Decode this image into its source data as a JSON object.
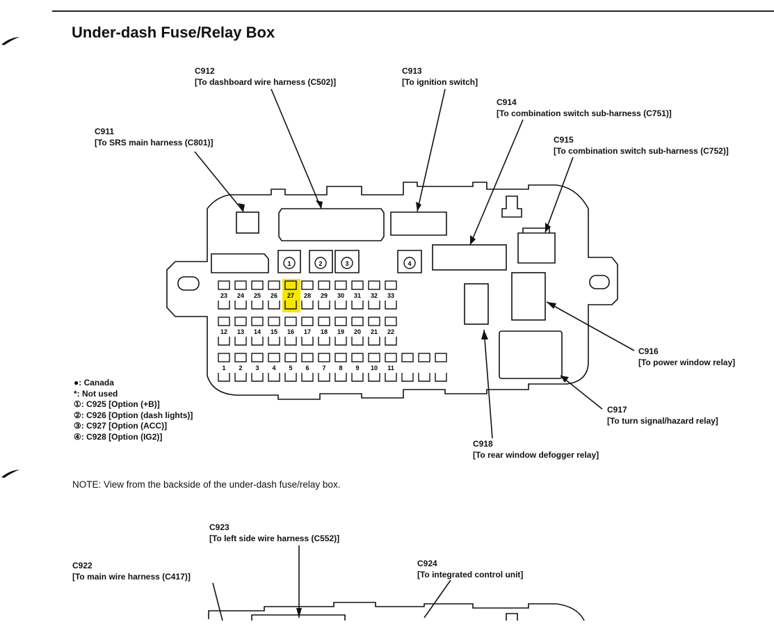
{
  "title": "Under-dash Fuse/Relay Box",
  "connectors_top": [
    {
      "id": "C911",
      "desc": "[To SRS main harness (C801)]"
    },
    {
      "id": "C912",
      "desc": "[To dashboard wire harness (C502)]"
    },
    {
      "id": "C913",
      "desc": "[To ignition switch]"
    },
    {
      "id": "C914",
      "desc": "[To combination switch sub-harness (C751)]"
    },
    {
      "id": "C915",
      "desc": "[To combination switch sub-harness (C752)]"
    },
    {
      "id": "C916",
      "desc": "[To power window relay]"
    },
    {
      "id": "C917",
      "desc": "[To turn signal/hazard relay]"
    },
    {
      "id": "C918",
      "desc": "[To rear window defogger relay]"
    }
  ],
  "fuse_rows": {
    "top": [
      "23",
      "24",
      "25",
      "26",
      "27",
      "28",
      "29",
      "30",
      "31",
      "32",
      "33"
    ],
    "middle": [
      "12",
      "13",
      "14",
      "15",
      "16",
      "17",
      "18",
      "19",
      "20",
      "21",
      "22"
    ],
    "bottom": [
      "1",
      "2",
      "3",
      "4",
      "5",
      "6",
      "7",
      "8",
      "9",
      "10",
      "11"
    ]
  },
  "highlighted_fuse": "27",
  "highlight_color": "#f5e600",
  "option_markers": [
    "1",
    "2",
    "3",
    "4"
  ],
  "legend": [
    "●: Canada",
    "*: Not used",
    "①: C925 [Option (+B)]",
    "②: C926 [Option (dash lights)]",
    "③: C927 [Option (ACC)]",
    "④: C928 [Option (IG2)]"
  ],
  "note": "NOTE:  View from the backside of the under-dash fuse/relay box.",
  "connectors_bottom": [
    {
      "id": "C922",
      "desc": "[To main wire harness (C417)]"
    },
    {
      "id": "C923",
      "desc": "[To left side wire harness (C552)]"
    },
    {
      "id": "C924",
      "desc": "[To integrated control unit]"
    }
  ]
}
